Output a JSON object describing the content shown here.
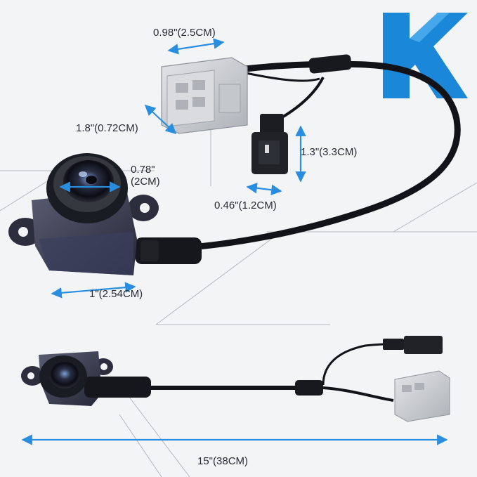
{
  "brand": {
    "logo_letter": "K",
    "logo_color": "#1a87d8"
  },
  "dimensions": {
    "plug_width": "0.98\"(2.5CM)",
    "plug_depth": "1.8\"(0.72CM)",
    "small_plug_height": "1.3\"(3.3CM)",
    "small_plug_width": "0.46\"(1.2CM)",
    "lens_diameter": "0.78\"\n(2CM)",
    "camera_width": "1\"(2.54CM)",
    "cable_length": "15\"(38CM)"
  },
  "colors": {
    "arrow": "#2a8ee0",
    "cable": "#111318",
    "plug_body": "#cfd2d6",
    "camera_body": "#3a3d52",
    "line_art": "#8a9096"
  }
}
